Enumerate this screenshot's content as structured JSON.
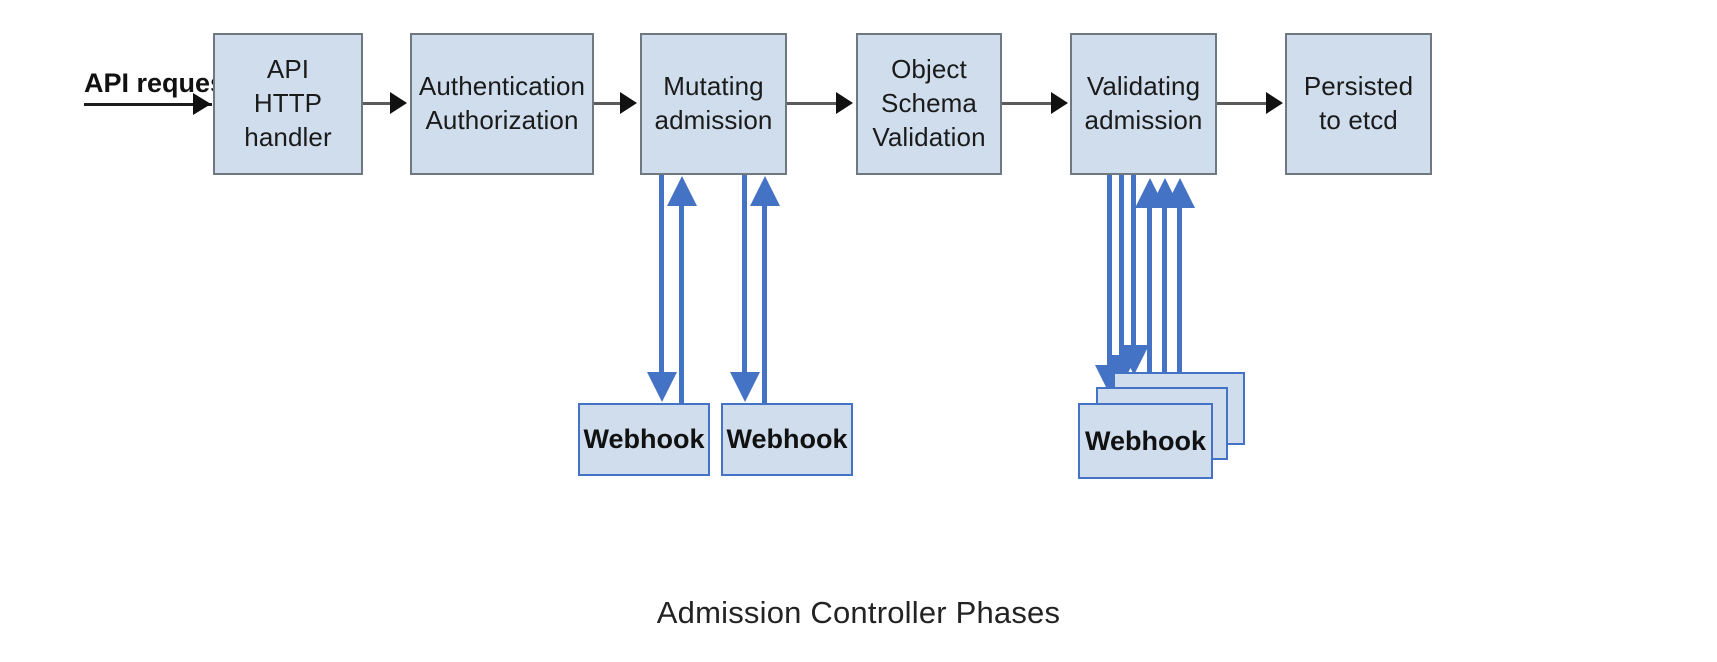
{
  "caption": "Admission Controller Phases",
  "entry": {
    "label": "API request"
  },
  "phases": [
    {
      "id": "api-http-handler",
      "label": "API\nHTTP\nhandler"
    },
    {
      "id": "authentication-authorization",
      "label": "Authentication\nAuthorization"
    },
    {
      "id": "mutating-admission",
      "label": "Mutating\nadmission"
    },
    {
      "id": "object-schema-validation",
      "label": "Object\nSchema\nValidation"
    },
    {
      "id": "validating-admission",
      "label": "Validating\nadmission"
    },
    {
      "id": "persisted-to-etcd",
      "label": "Persisted\nto etcd"
    }
  ],
  "webhooks": [
    {
      "id": "mutating-webhook-1",
      "label": "Webhook",
      "phase": "mutating-admission"
    },
    {
      "id": "mutating-webhook-2",
      "label": "Webhook",
      "phase": "mutating-admission"
    },
    {
      "id": "validating-webhook-stack",
      "label": "Webhook",
      "phase": "validating-admission",
      "stacked": 3
    }
  ],
  "colors": {
    "box_fill": "#cfdded",
    "box_border": "#6f7780",
    "webhook_border": "#4472c4",
    "arrow_blue": "#4472c4",
    "connector_gray": "#5b5b5b",
    "text": "#1b1b1b",
    "background": "#ffffff"
  },
  "flow": {
    "sequence": [
      "API request",
      "API HTTP handler",
      "Authentication Authorization",
      "Mutating admission",
      "Object Schema Validation",
      "Validating admission",
      "Persisted to etcd"
    ],
    "mutating_webhook_calls": 2,
    "validating_webhook_calls": 3,
    "arrow_direction": "bidirectional"
  }
}
